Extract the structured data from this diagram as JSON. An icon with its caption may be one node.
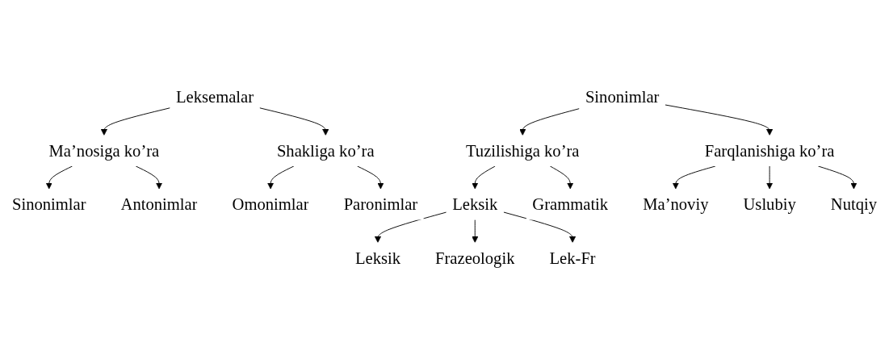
{
  "diagram": {
    "nodes": [
      {
        "text": [
          "Leksemalar"
        ]
      },
      {
        "text": [
          "Ma’nosiga ko’ra"
        ]
      },
      {
        "text": [
          "Shakliga ko’ra"
        ]
      },
      {
        "text": [
          "Sinonimlar"
        ]
      },
      {
        "text": [
          "Antonimlar"
        ]
      },
      {
        "text": [
          "Omonimlar"
        ]
      },
      {
        "text": [
          "Paronimlar"
        ]
      },
      {
        "text": [
          "Sinonimlar"
        ]
      },
      {
        "text": [
          "Tuzilishiga ko’ra"
        ]
      },
      {
        "text": [
          "Farqlanishiga ko’ra"
        ]
      },
      {
        "text": [
          "Leksik"
        ]
      },
      {
        "text": [
          "Grammatik"
        ]
      },
      {
        "text": [
          "Ma’noviy"
        ]
      },
      {
        "text": [
          "Uslubiy"
        ]
      },
      {
        "text": [
          "Nutqiy"
        ]
      },
      {
        "text": [
          "Leksik"
        ]
      },
      {
        "text": [
          "Frazeologik"
        ]
      },
      {
        "text": [
          "Lek-Fr"
        ]
      }
    ],
    "edges": [
      {
        "from": 0,
        "to": 1,
        "arrow": "to"
      },
      {
        "from": 0,
        "to": 2,
        "arrow": "to"
      },
      {
        "from": 1,
        "to": 3,
        "arrow": "to"
      },
      {
        "from": 1,
        "to": 4,
        "arrow": "to"
      },
      {
        "from": 2,
        "to": 5,
        "arrow": "to"
      },
      {
        "from": 2,
        "to": 6,
        "arrow": "to"
      },
      {
        "from": 7,
        "to": 8,
        "arrow": "to"
      },
      {
        "from": 7,
        "to": 9,
        "arrow": "to"
      },
      {
        "from": 8,
        "to": 10,
        "arrow": "to"
      },
      {
        "from": 8,
        "to": 11,
        "arrow": "to"
      },
      {
        "from": 9,
        "to": 12,
        "arrow": "to"
      },
      {
        "from": 9,
        "to": 13,
        "arrow": "to"
      },
      {
        "from": 9,
        "to": 14,
        "arrow": "to"
      },
      {
        "from": 10,
        "to": 15,
        "arrow": "to"
      },
      {
        "from": 10,
        "to": 16,
        "arrow": "to"
      },
      {
        "from": 10,
        "to": 17,
        "arrow": "to"
      }
    ]
  }
}
